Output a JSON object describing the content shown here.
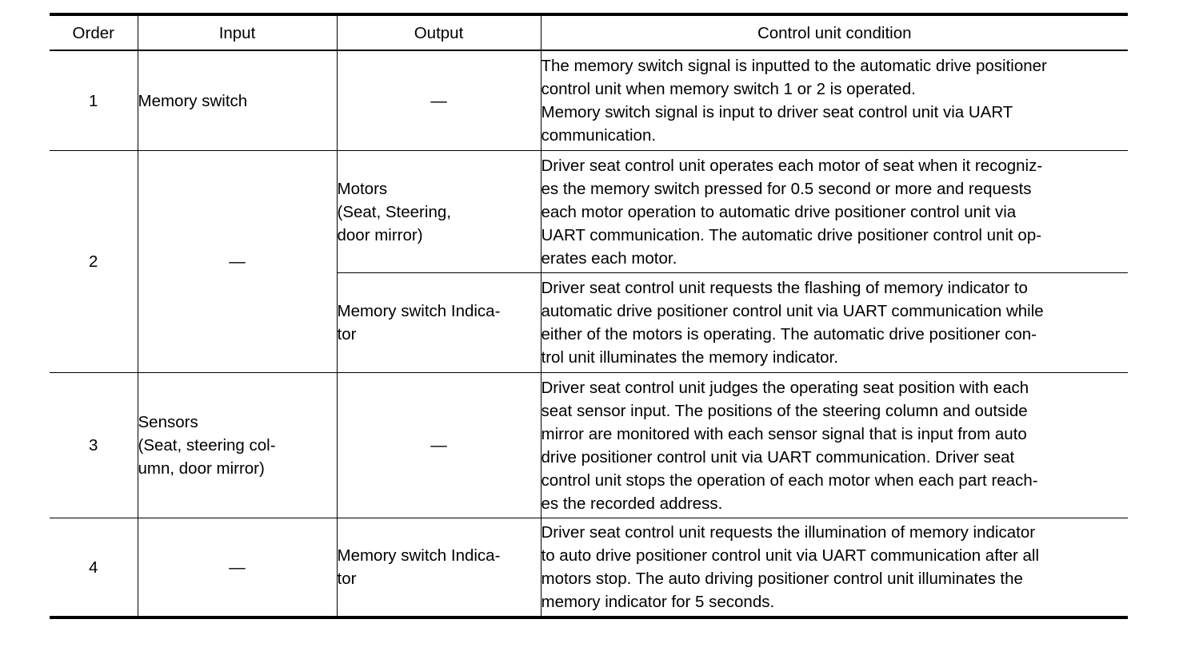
{
  "headers": {
    "order": "Order",
    "input": "Input",
    "output": "Output",
    "condition": "Control unit condition"
  },
  "rows": [
    {
      "order": "1",
      "input": "Memory switch",
      "output": "—",
      "condition": "The memory switch signal is inputted to the automatic drive positioner\ncontrol unit when memory switch 1 or 2 is operated.\nMemory switch signal is input to driver seat control unit via UART\ncommunication."
    },
    {
      "order": "2",
      "input": "—",
      "output": "Motors\n(Seat, Steering,\ndoor mirror)",
      "condition": "Driver seat control unit operates each motor of seat when it recogniz-\nes the memory switch pressed for 0.5 second or more and requests\neach motor operation to automatic drive positioner control unit via\nUART communication. The automatic drive positioner control unit op-\nerates each motor."
    },
    {
      "output": "Memory switch Indica-\ntor",
      "condition": "Driver seat control unit requests the flashing of memory indicator to\nautomatic drive positioner control unit via UART communication while\neither of the motors is operating. The automatic drive positioner con-\ntrol unit illuminates the memory indicator."
    },
    {
      "order": "3",
      "input": "Sensors\n(Seat, steering col-\numn, door mirror)",
      "output": "—",
      "condition": "Driver seat control unit judges the operating seat position with each\nseat sensor input. The positions of the steering column and outside\nmirror are monitored with each sensor signal that is input from auto\ndrive positioner control unit via UART communication. Driver seat\ncontrol unit stops the operation of each motor when each part reach-\nes the recorded address."
    },
    {
      "order": "4",
      "input": "—",
      "output": "Memory switch Indica-\ntor",
      "condition": "Driver seat control unit requests the illumination of memory indicator\nto auto drive positioner control unit via UART communication after all\nmotors stop. The auto driving positioner control unit illuminates the\nmemory indicator for 5 seconds."
    }
  ]
}
